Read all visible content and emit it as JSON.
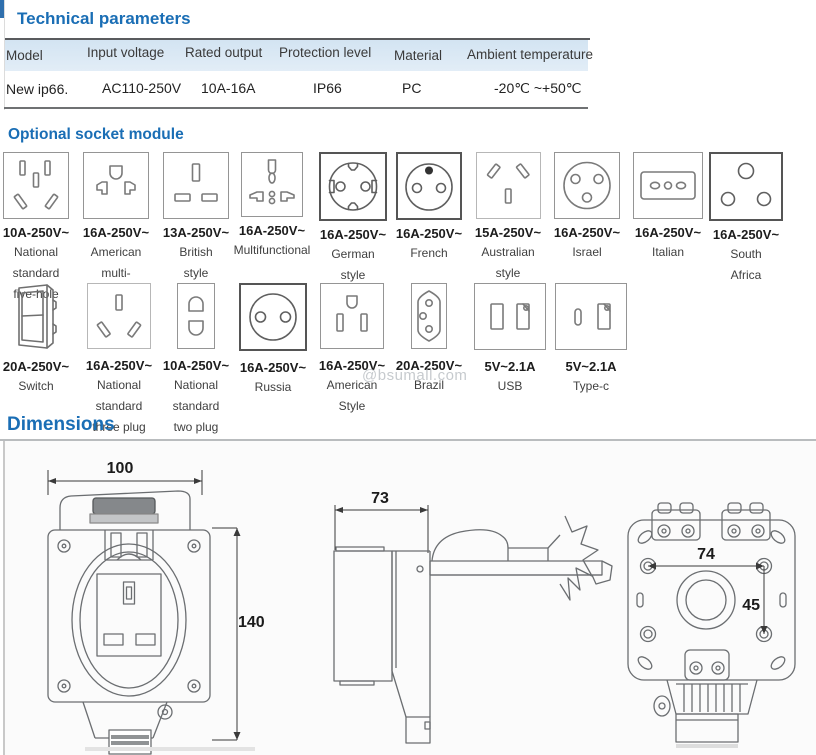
{
  "colors": {
    "accent_blue": "#1a6eb5",
    "table_header_bg": "#d9e8f4",
    "header_notch": "#2f6fad"
  },
  "technical": {
    "title": "Technical parameters",
    "table": {
      "headers": [
        "Model",
        "Input voltage",
        "Rated output",
        "Protection level",
        "Material",
        "Ambient temperature"
      ],
      "row": [
        "New ip66.",
        "AC110-250V",
        "10A-16A",
        "IP66",
        "PC",
        "-20℃ ~+50℃"
      ]
    }
  },
  "sockets": {
    "title": "Optional socket module",
    "watermark": "@bsumall.com",
    "row1": [
      {
        "rating": "10A-250V~",
        "desc": "National\nstandard\nfive-hole",
        "icon": "cn-five-hole-socket"
      },
      {
        "rating": "16A-250V~",
        "desc": "American\nmulti-\nfunction",
        "icon": "american-multi-function-socket"
      },
      {
        "rating": "13A-250V~",
        "desc": "British\nstyle",
        "icon": "british-socket"
      },
      {
        "rating": "16A-250V~",
        "desc": "Multifunctional",
        "icon": "multifunctional-socket"
      },
      {
        "rating": "16A-250V~",
        "desc": "German\nstyle",
        "icon": "german-socket"
      },
      {
        "rating": "16A-250V~",
        "desc": "French",
        "icon": "french-socket"
      },
      {
        "rating": "15A-250V~",
        "desc": "Australian\nstyle",
        "icon": "australian-socket"
      },
      {
        "rating": "16A-250V~",
        "desc": "Israel",
        "icon": "israel-socket"
      },
      {
        "rating": "16A-250V~",
        "desc": "Italian",
        "icon": "italian-socket"
      },
      {
        "rating": "16A-250V~",
        "desc": "South\nAfrica",
        "icon": "south-africa-socket"
      }
    ],
    "row2": [
      {
        "rating": "20A-250V~",
        "desc": "Switch",
        "icon": "rocker-switch"
      },
      {
        "rating": "16A-250V~",
        "desc": "National\nstandard\nthree plug",
        "icon": "cn-three-plug-socket"
      },
      {
        "rating": "10A-250V~",
        "desc": "National\nstandard\ntwo plug",
        "icon": "cn-two-plug-socket"
      },
      {
        "rating": "16A-250V~",
        "desc": "Russia",
        "icon": "russia-socket"
      },
      {
        "rating": "16A-250V~",
        "desc": "American\nStyle",
        "icon": "american-socket"
      },
      {
        "rating": "20A-250V~",
        "desc": "Brazil",
        "icon": "brazil-socket"
      },
      {
        "rating": "5V~2.1A",
        "desc": "USB",
        "icon": "usb-ports"
      },
      {
        "rating": "5V~2.1A",
        "desc": "Type-c",
        "icon": "type-c-port"
      }
    ]
  },
  "dimensions": {
    "title": "Dimensions",
    "front_view": {
      "width_mm": "100",
      "height_mm": "140"
    },
    "side_view": {
      "depth_mm": "73"
    },
    "back_view": {
      "hole_spacing_width_mm": "74",
      "hole_spacing_height_mm": "45"
    }
  }
}
